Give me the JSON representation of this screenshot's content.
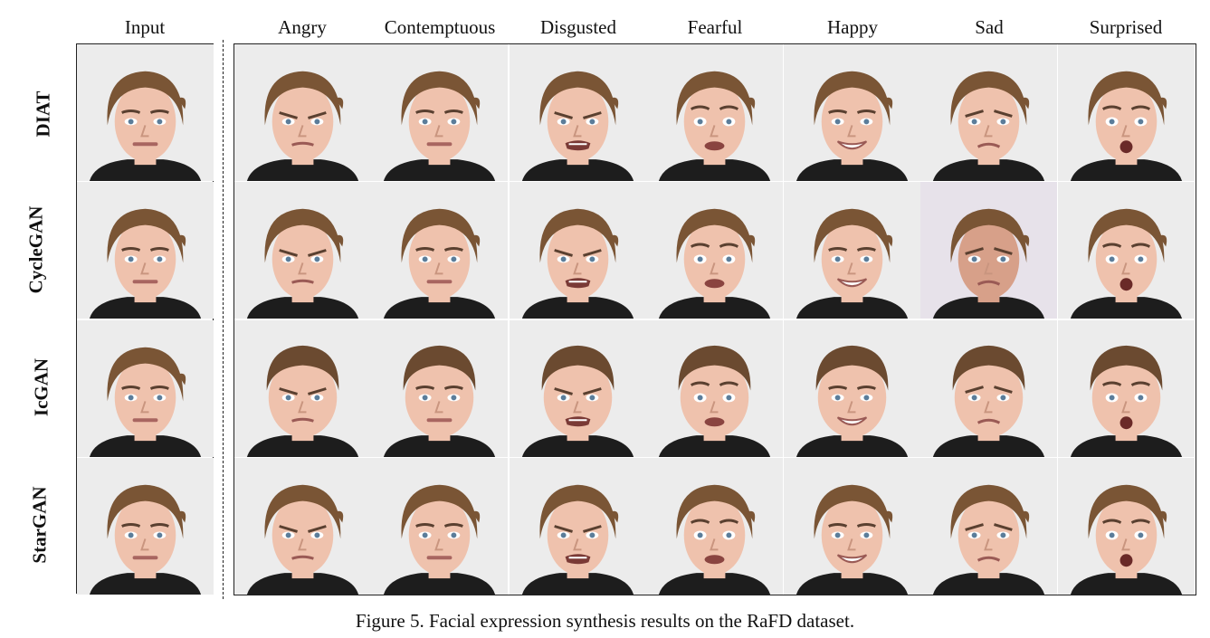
{
  "figure": {
    "columns": [
      "Input",
      "Angry",
      "Contemptuous",
      "Disgusted",
      "Fearful",
      "Happy",
      "Sad",
      "Surprised"
    ],
    "rows": [
      "DIAT",
      "CycleGAN",
      "IcGAN",
      "StarGAN"
    ],
    "caption": "Figure 5. Facial expression synthesis results on the RaFD dataset."
  }
}
